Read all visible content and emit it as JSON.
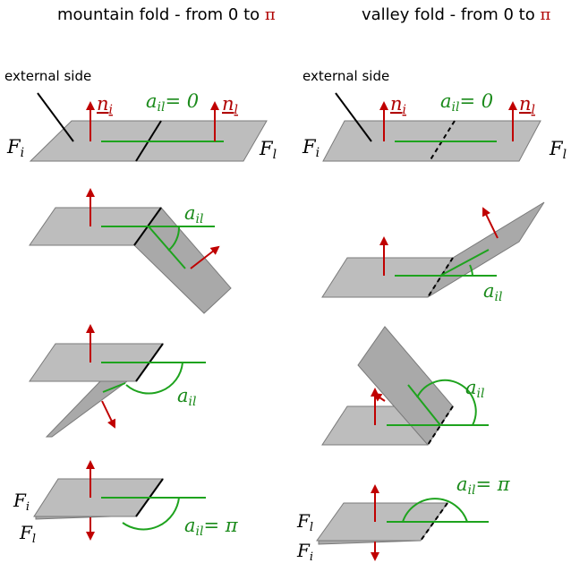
{
  "titles": {
    "mountain_text": "mountain fold - from 0 to ",
    "valley_text": "valley fold - from 0 to ",
    "pi": "π"
  },
  "labels": {
    "external_side": "external side",
    "F": "F",
    "sub_i": "i",
    "sub_l": "l",
    "n": "n",
    "a": "a",
    "sub_il": "il",
    "eq_zero": "= 0",
    "eq_pi": "= π"
  },
  "colors": {
    "plate": "#bdbdbd",
    "green": "#1ea31e",
    "red": "#c00000",
    "black": "#000000"
  }
}
